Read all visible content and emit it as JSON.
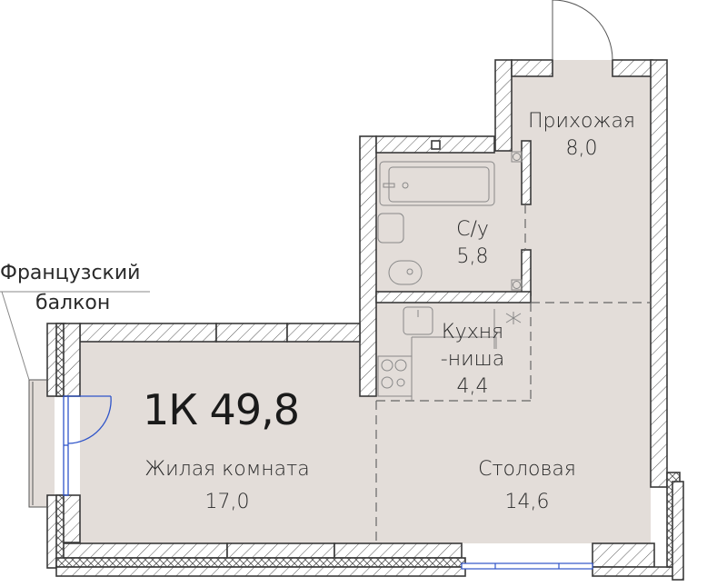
{
  "plan": {
    "total_label": "1К 49,8",
    "apartment_type": "1К",
    "total_area": "49,8",
    "colors": {
      "floor": "#e3ddd9",
      "wall_stroke": "#3a3a3a",
      "hatch": "#555555",
      "window_blue": "#2f54c9",
      "background": "#ffffff"
    },
    "rooms": [
      {
        "id": "hallway",
        "name": "Прихожая",
        "area": "8,0"
      },
      {
        "id": "bathroom",
        "name": "С/у",
        "area": "5,8"
      },
      {
        "id": "kitchen-niche",
        "name": "Кухня",
        "name2": "-ниша",
        "area": "4,4"
      },
      {
        "id": "living-room",
        "name": "Жилая комната",
        "area": "17,0"
      },
      {
        "id": "dining-room",
        "name": "Столовая",
        "area": "14,6"
      }
    ],
    "callouts": [
      {
        "id": "french-balcony",
        "line1": "Французский",
        "line2": "балкон"
      }
    ]
  }
}
